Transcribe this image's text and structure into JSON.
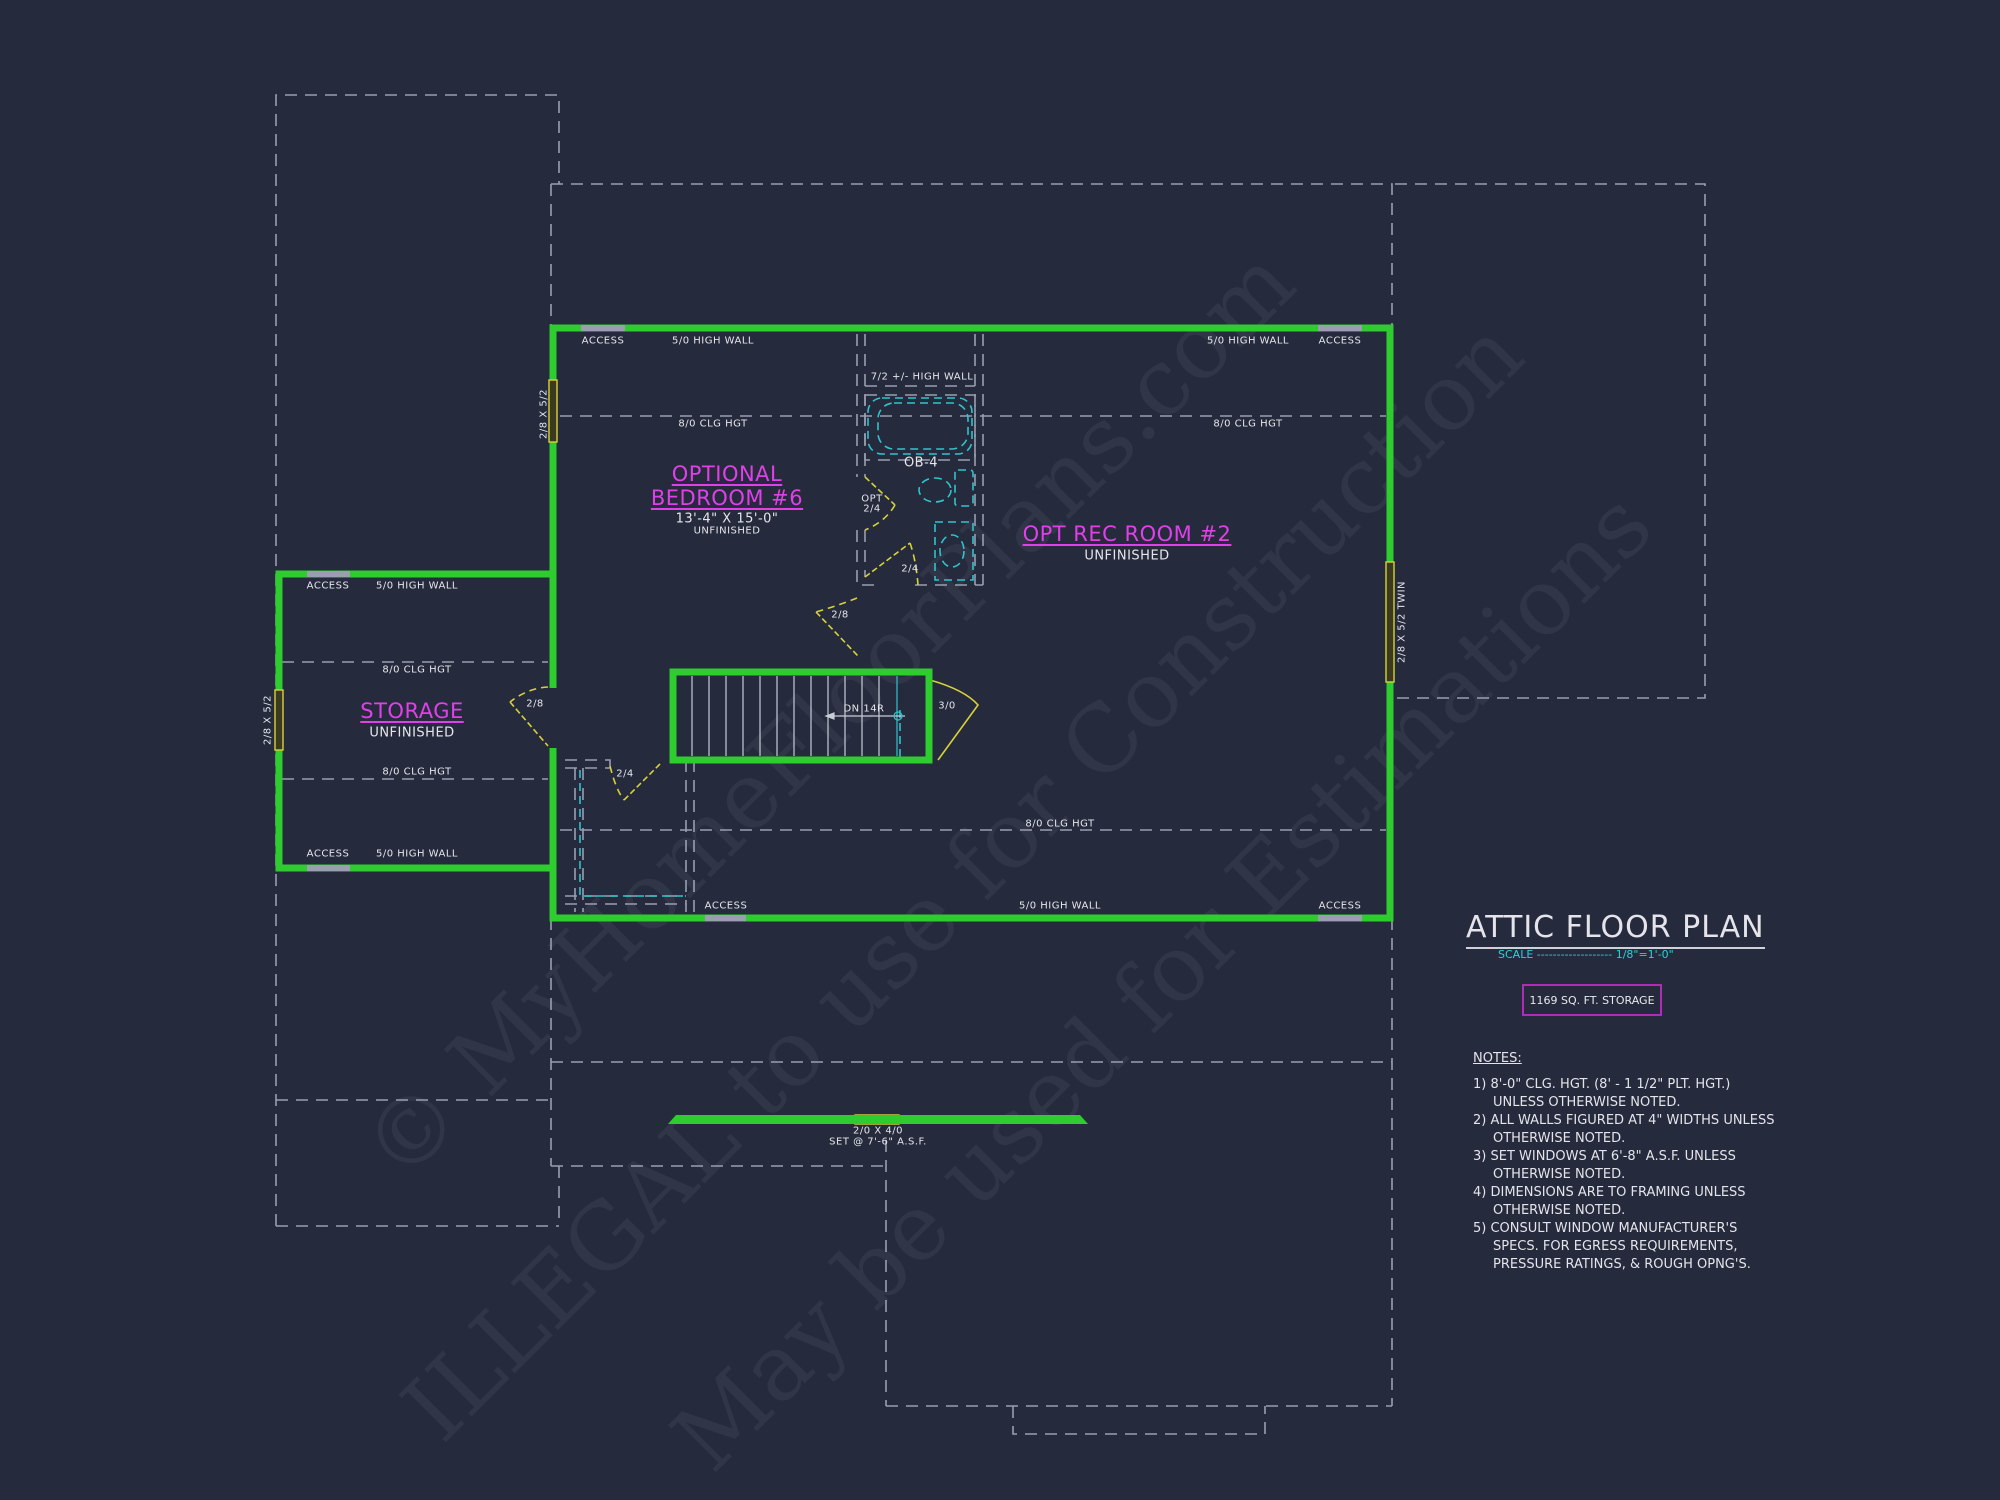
{
  "drawing": {
    "title": "ATTIC FLOOR PLAN",
    "scale_label": "SCALE",
    "scale_value": "1/8\"=1'-0\"",
    "area_badge": "1169 SQ. FT. STORAGE",
    "colors": {
      "background": "#252a3d",
      "walls": "#2ecc2e",
      "doors": "#d6d23a",
      "fixtures": "#2fc4cc",
      "room_labels": "#e040e8",
      "text": "#e6e6ea",
      "dashed_lines": "#9a9fb0",
      "badge_border": "#b02cb8"
    }
  },
  "rooms": {
    "bedroom": {
      "name_line1": "OPTIONAL",
      "name_line2": "BEDROOM #6",
      "dims": "13'-4\" X 15'-0\"",
      "status": "UNFINISHED"
    },
    "rec_room": {
      "name": "OPT REC ROOM #2",
      "status": "UNFINISHED"
    },
    "storage": {
      "name": "STORAGE",
      "status": "UNFINISHED"
    },
    "bath": {
      "tub_label": "OB-4",
      "wall_note": "7/2 +/- HIGH WALL"
    }
  },
  "annotations": {
    "access": "ACCESS",
    "high_wall": "5/0 HIGH WALL",
    "clg_hgt": "8/0 CLG HGT",
    "window_left_main": "2/8 X 5/2",
    "window_storage": "2/8 X 5/2",
    "window_right": "2/8 X 5/2 TWIN",
    "window_bottom_line1": "2/0 X 4/0",
    "window_bottom_line2": "SET @ 7'-6\" A.S.F.",
    "door_storage": "2/8",
    "door_closet": "2/4",
    "door_bath_opt_line1": "OPT",
    "door_bath_opt_line2": "2/4",
    "door_bath": "2/4",
    "door_bedroom": "2/8",
    "door_stair": "3/0",
    "stair": "DN 14R"
  },
  "notes": {
    "heading": "NOTES:",
    "items": [
      "1) 8'-0\"  CLG. HGT. (8' - 1 1/2\" PLT. HGT.) UNLESS OTHERWISE NOTED.",
      "2) ALL  WALLS FIGURED AT 4\" WIDTHS UNLESS OTHERWISE NOTED.",
      "3) SET WINDOWS AT 6'-8\" A.S.F. UNLESS OTHERWISE NOTED.",
      "4) DIMENSIONS ARE TO FRAMING UNLESS OTHERWISE NOTED.",
      "5) CONSULT WINDOW MANUFACTURER'S SPECS. FOR EGRESS REQUIREMENTS, PRESSURE RATINGS, & ROUGH OPNG'S."
    ]
  },
  "watermark": {
    "line1": "© MyHomeFloorPlans.com",
    "line2": "ILLEGAL to use for Construction",
    "line3": "May be used for Estimations"
  }
}
